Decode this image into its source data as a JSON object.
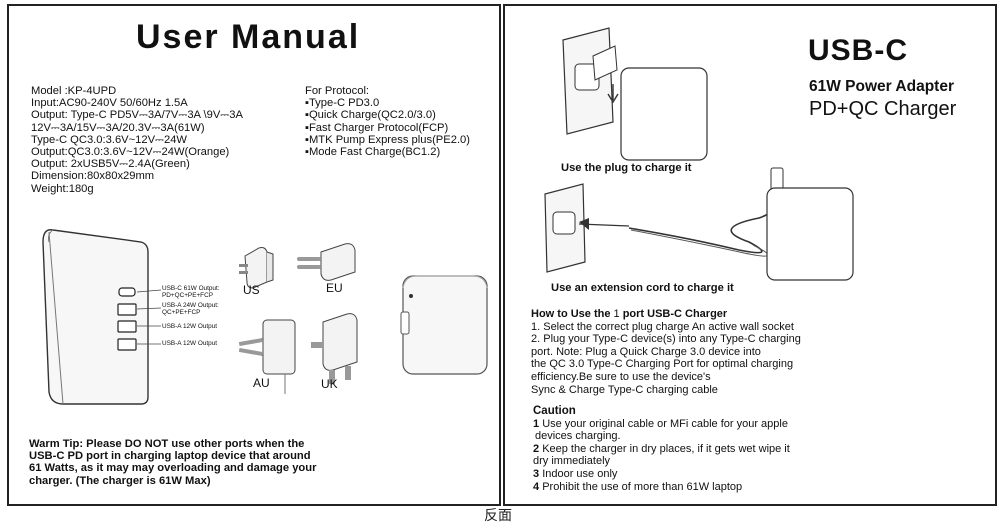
{
  "left": {
    "title": "User Manual",
    "specs": [
      "Model :KP-4UPD",
      "Input:AC90-240V 50/60Hz 1.5A",
      "Output: Type-C PD5V⎓3A/7V⎓3A \\9V⎓3A",
      "12V⎓3A/15V⎓3A/20.3V⎓3A(61W)",
      "Type-C QC3.0:3.6V~12V⎓24W",
      "Output:QC3.0:3.6V~12V⎓24W(Orange)",
      "Output: 2xUSB5V⎓2.4A(Green)",
      "Dimension:80x80x29mm",
      "Weight:180g"
    ],
    "protocol": {
      "heading": "For Protocol:",
      "items": [
        "Type-C PD3.0",
        "Quick Charge(QC2.0/3.0)",
        "Fast Charger Protocol(FCP)",
        "MTK Pump Express plus(PE2.0)",
        "Mode Fast Charge(BC1.2)"
      ]
    },
    "ports": [
      {
        "lines": [
          "USB-C 61W Output:",
          "PD+QC+PE+FCP"
        ]
      },
      {
        "lines": [
          "USB-A 24W Output:",
          "QC+PE+FCP"
        ]
      },
      {
        "lines": [
          "USB-A 12W Output"
        ]
      },
      {
        "lines": [
          "USB-A 12W Output"
        ]
      }
    ],
    "plugs": {
      "us": "US",
      "eu": "EU",
      "au": "AU",
      "uk": "UK"
    },
    "warm_tip": [
      "Warm Tip: Please DO NOT use other ports when the",
      "USB-C PD port in charging laptop device that around",
      "61 Watts, as it may may overloading and damage your",
      "charger. (The charger is 61W Max)"
    ]
  },
  "right": {
    "title": "USB-C",
    "subtitle1": "61W Power Adapter",
    "subtitle2": "PD+QC Charger",
    "caption1": "Use the plug to charge it",
    "caption2": "Use an extension cord to charge it",
    "howto": {
      "heading_pre": "How to Use the ",
      "heading_num": "1",
      "heading_post": " port USB-C Charger",
      "lines": [
        "1. Select the correct plug charge An active wall socket",
        "2. Plug your Type-C device(s) into any Type-C charging",
        "port. Note: Plug a Quick Charge 3.0 device into",
        "the QC 3.0 Type-C Charging Port for optimal charging",
        "efficiency.Be sure to use the device's",
        "Sync & Charge Type-C charging cable"
      ]
    },
    "caution": {
      "heading": "Caution",
      "items": [
        {
          "num": "1",
          "lines": [
            "Use your original cable or MFi cable for your apple",
            "devices charging."
          ]
        },
        {
          "num": "2",
          "lines": [
            "Keep the charger in dry places, if it gets wet wipe it",
            "dry immediately"
          ]
        },
        {
          "num": "3",
          "lines": [
            "Indoor use only"
          ]
        },
        {
          "num": "4",
          "lines": [
            "Prohibit the use of more than 61W laptop"
          ]
        }
      ]
    }
  },
  "footer": "反面"
}
